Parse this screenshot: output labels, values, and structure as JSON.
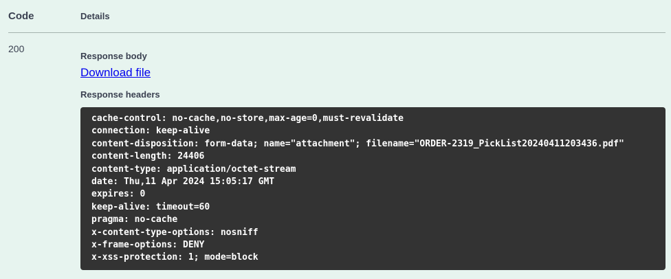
{
  "colors": {
    "page_bg": "#e7f4ef",
    "text": "#3b4151",
    "divider": "#a3b2ad",
    "link": "#0000ee",
    "code_block_bg": "#333333",
    "code_text": "#ffffff"
  },
  "response_table": {
    "code_header": "Code",
    "details_header": "Details",
    "row": {
      "status_code": "200",
      "response_body_label": "Response body",
      "download_file_link": "Download file",
      "response_headers_label": "Response headers",
      "response_headers": [
        "cache-control: no-cache,no-store,max-age=0,must-revalidate",
        "connection: keep-alive",
        "content-disposition: form-data; name=\"attachment\"; filename=\"ORDER-2319_PickList20240411203436.pdf\"",
        "content-length: 24406",
        "content-type: application/octet-stream",
        "date: Thu,11 Apr 2024 15:05:17 GMT",
        "expires: 0",
        "keep-alive: timeout=60",
        "pragma: no-cache",
        "x-content-type-options: nosniff",
        "x-frame-options: DENY",
        "x-xss-protection: 1; mode=block"
      ]
    }
  }
}
